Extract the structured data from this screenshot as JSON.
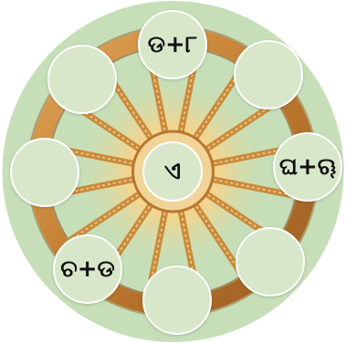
{
  "hub": {
    "value": "ଏ"
  },
  "slots": {
    "top": {
      "value": "ଡ+୮"
    },
    "top_right": {
      "value": ""
    },
    "right": {
      "value": "ଘ+ୠ"
    },
    "bottom_right": {
      "value": ""
    },
    "bottom": {
      "value": ""
    },
    "bottom_left": {
      "value": "ଚ+ଡ"
    },
    "left": {
      "value": ""
    },
    "top_left": {
      "value": ""
    }
  },
  "colors": {
    "background_disc": "#c6dfb8",
    "node_fill": "#d8e7c9",
    "wheel_wood": "#c98a3c",
    "wheel_dark": "#8a5420",
    "text": "#111111"
  }
}
